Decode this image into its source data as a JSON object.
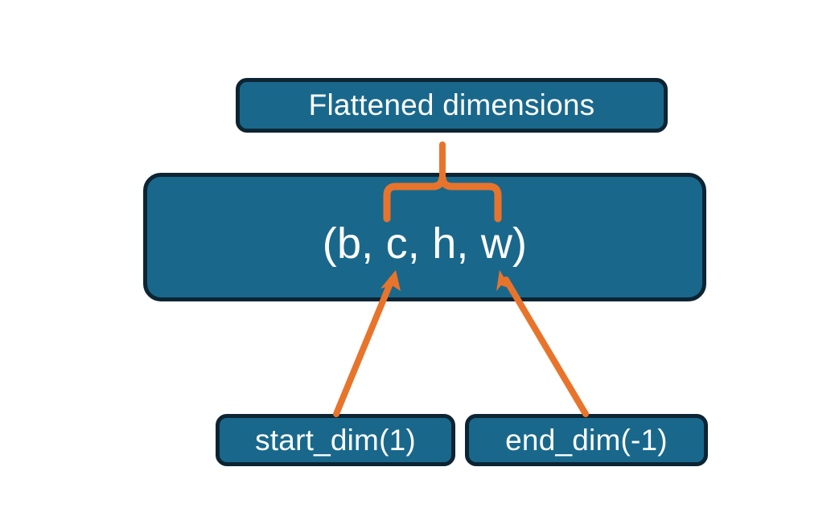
{
  "diagram": {
    "title_node": {
      "label": "Flattened dimensions",
      "name": "flattened-dimensions-box"
    },
    "shape_node": {
      "label": "(b, c, h, w)",
      "name": "tensor-shape-box"
    },
    "argument_nodes": [
      {
        "label": "start_dim(1)",
        "name": "start-dim-box"
      },
      {
        "label": "end_dim(-1)",
        "name": "end-dim-box"
      }
    ],
    "connectors": [
      {
        "name": "flattened-range-brace",
        "kind": "curly-brace",
        "from": "tensor-shape-box",
        "to": "flattened-dimensions-box"
      },
      {
        "name": "start-dim-arrow",
        "kind": "arrow",
        "from": "start-dim-box",
        "to": "tensor-shape-box"
      },
      {
        "name": "end-dim-arrow",
        "kind": "arrow",
        "from": "end-dim-box",
        "to": "tensor-shape-box"
      }
    ],
    "colors": {
      "box_fill": "#19688c",
      "box_border": "#0d2433",
      "box_text": "#ffffff",
      "accent": "#e8742c",
      "background": "#ffffff"
    }
  }
}
